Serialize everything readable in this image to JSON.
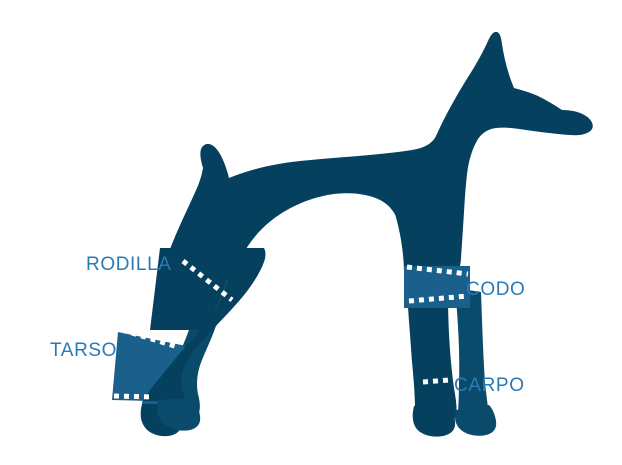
{
  "diagram": {
    "subject": "dog-silhouette-lateral-right-facing",
    "breed_look": "doberman",
    "colors": {
      "body": "#06405f",
      "body_shade": "#0a4a6b",
      "highlight": "#1b5f8c",
      "dash": "#ffffff",
      "label_text": "#2a7ab8",
      "background": "transparent"
    },
    "labels": [
      {
        "id": "rodilla",
        "text": "RODILLA",
        "joint": "stifle-knee",
        "limb": "hind-leg",
        "side": "left"
      },
      {
        "id": "tarso",
        "text": "TARSO",
        "joint": "tarsus-hock",
        "limb": "hind-leg",
        "side": "left"
      },
      {
        "id": "codo",
        "text": "CODO",
        "joint": "elbow",
        "limb": "fore-leg",
        "side": "right"
      },
      {
        "id": "carpo",
        "text": "CARPO",
        "joint": "carpus-wrist",
        "limb": "fore-leg",
        "side": "right"
      }
    ],
    "markers": [
      {
        "id": "rodilla-line",
        "style": "dotted",
        "color": "#ffffff"
      },
      {
        "id": "tarso-upper-line",
        "style": "dotted",
        "color": "#ffffff"
      },
      {
        "id": "tarso-lower-line",
        "style": "dotted",
        "color": "#ffffff"
      },
      {
        "id": "codo-upper-line",
        "style": "dotted",
        "color": "#ffffff"
      },
      {
        "id": "codo-lower-line",
        "style": "dotted",
        "color": "#ffffff"
      },
      {
        "id": "carpo-line",
        "style": "dotted",
        "color": "#ffffff"
      }
    ]
  }
}
